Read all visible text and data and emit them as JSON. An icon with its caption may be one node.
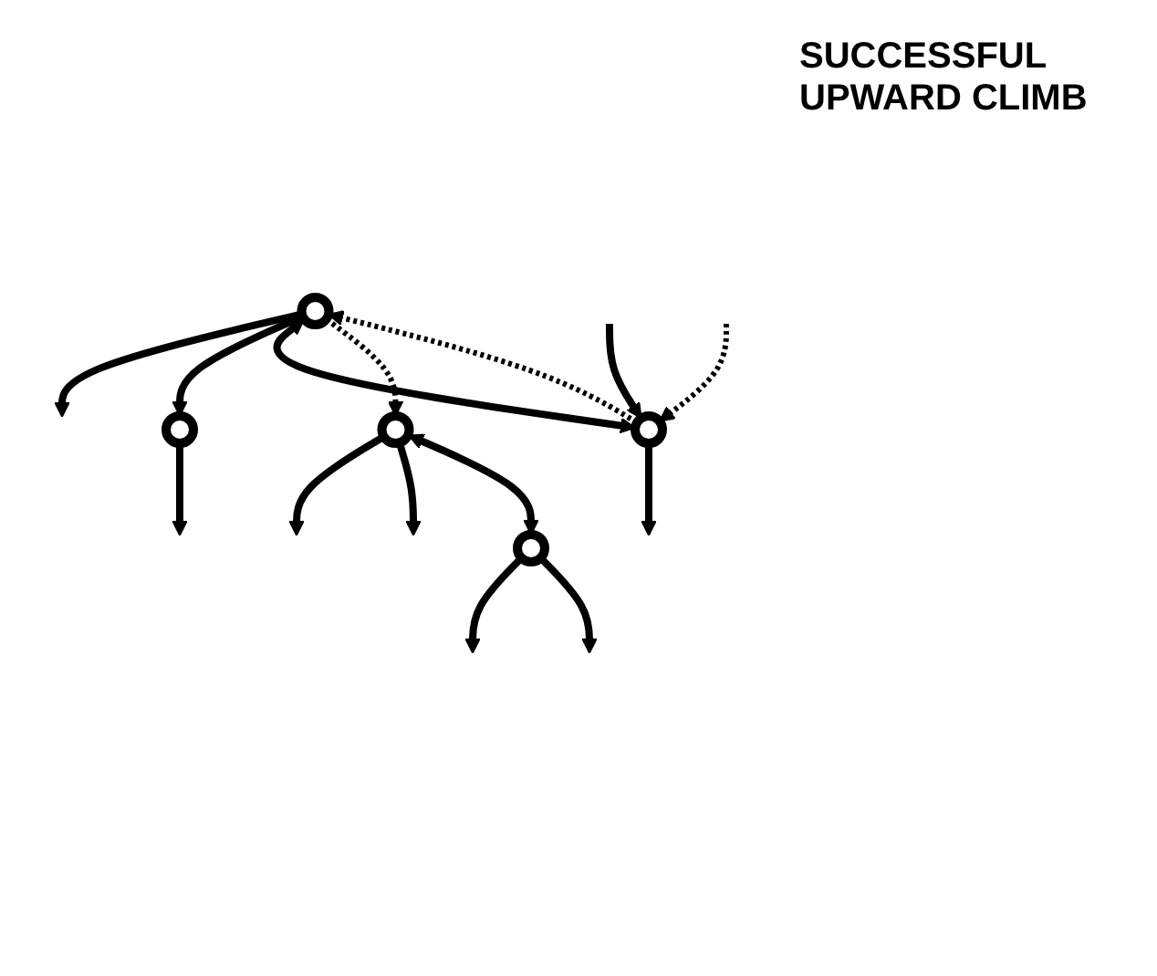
{
  "diagram": {
    "nodes": [
      {
        "text": [],
        "shape": "circle"
      },
      {
        "text": [],
        "shape": "circle"
      },
      {
        "text": [],
        "shape": "circle"
      },
      {
        "text": [],
        "shape": "circle"
      },
      {
        "text": [],
        "shape": "circle"
      }
    ],
    "edges": [
      {
        "from": 0,
        "to": null,
        "arrow": "to"
      },
      {
        "from": 0,
        "to": null,
        "arrow": "to"
      },
      {
        "from": 0,
        "to": 1,
        "arrow": "both"
      },
      {
        "from": 1,
        "to": null,
        "arrow": "to"
      },
      {
        "from": 1,
        "to": null,
        "arrow": "to"
      },
      {
        "from": 2,
        "to": null,
        "arrow": "to"
      },
      {
        "from": 2,
        "to": 3,
        "arrow": "to"
      },
      {
        "from": 2,
        "to": 4,
        "arrow": "both"
      },
      {
        "from": 3,
        "to": null,
        "arrow": "to"
      },
      {
        "from": 4,
        "to": null,
        "arrow": "to"
      },
      {
        "from": null,
        "to": 4,
        "arrow": "to"
      },
      {
        "from": null,
        "to": 4,
        "arrow": "to",
        "style": "dashed"
      },
      {
        "from": 4,
        "to": 2,
        "arrow": "to",
        "style": "dashed"
      },
      {
        "from": 2,
        "to": 0,
        "arrow": "to",
        "style": "dashed"
      }
    ],
    "labels": [
      "SUCCESSFUL UPWARD CLIMB"
    ]
  }
}
